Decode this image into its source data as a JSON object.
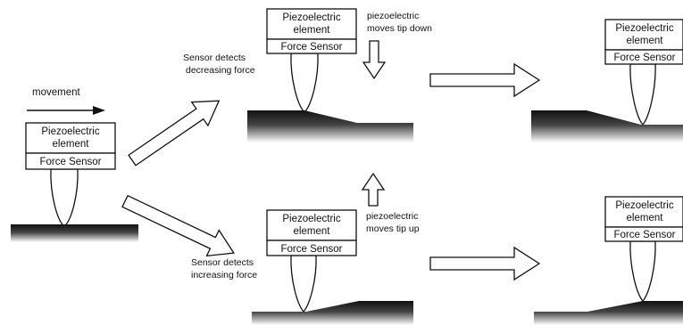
{
  "labels": {
    "piezo_line1": "Piezoelectric",
    "piezo_line2": "element",
    "force_sensor": "Force Sensor",
    "movement": "movement",
    "detect_decreasing_line1": "Sensor detects",
    "detect_decreasing_line2": "decreasing force",
    "detect_increasing_line1": "Sensor detects",
    "detect_increasing_line2": "increasing force",
    "tip_down_line1": "piezoelectric",
    "tip_down_line2": "moves tip down",
    "tip_up_line1": "piezoelectric",
    "tip_up_line2": "moves tip up"
  },
  "colors": {
    "ink": "#111111",
    "surface_top": "#111111",
    "surface_fade": "#ffffff"
  }
}
